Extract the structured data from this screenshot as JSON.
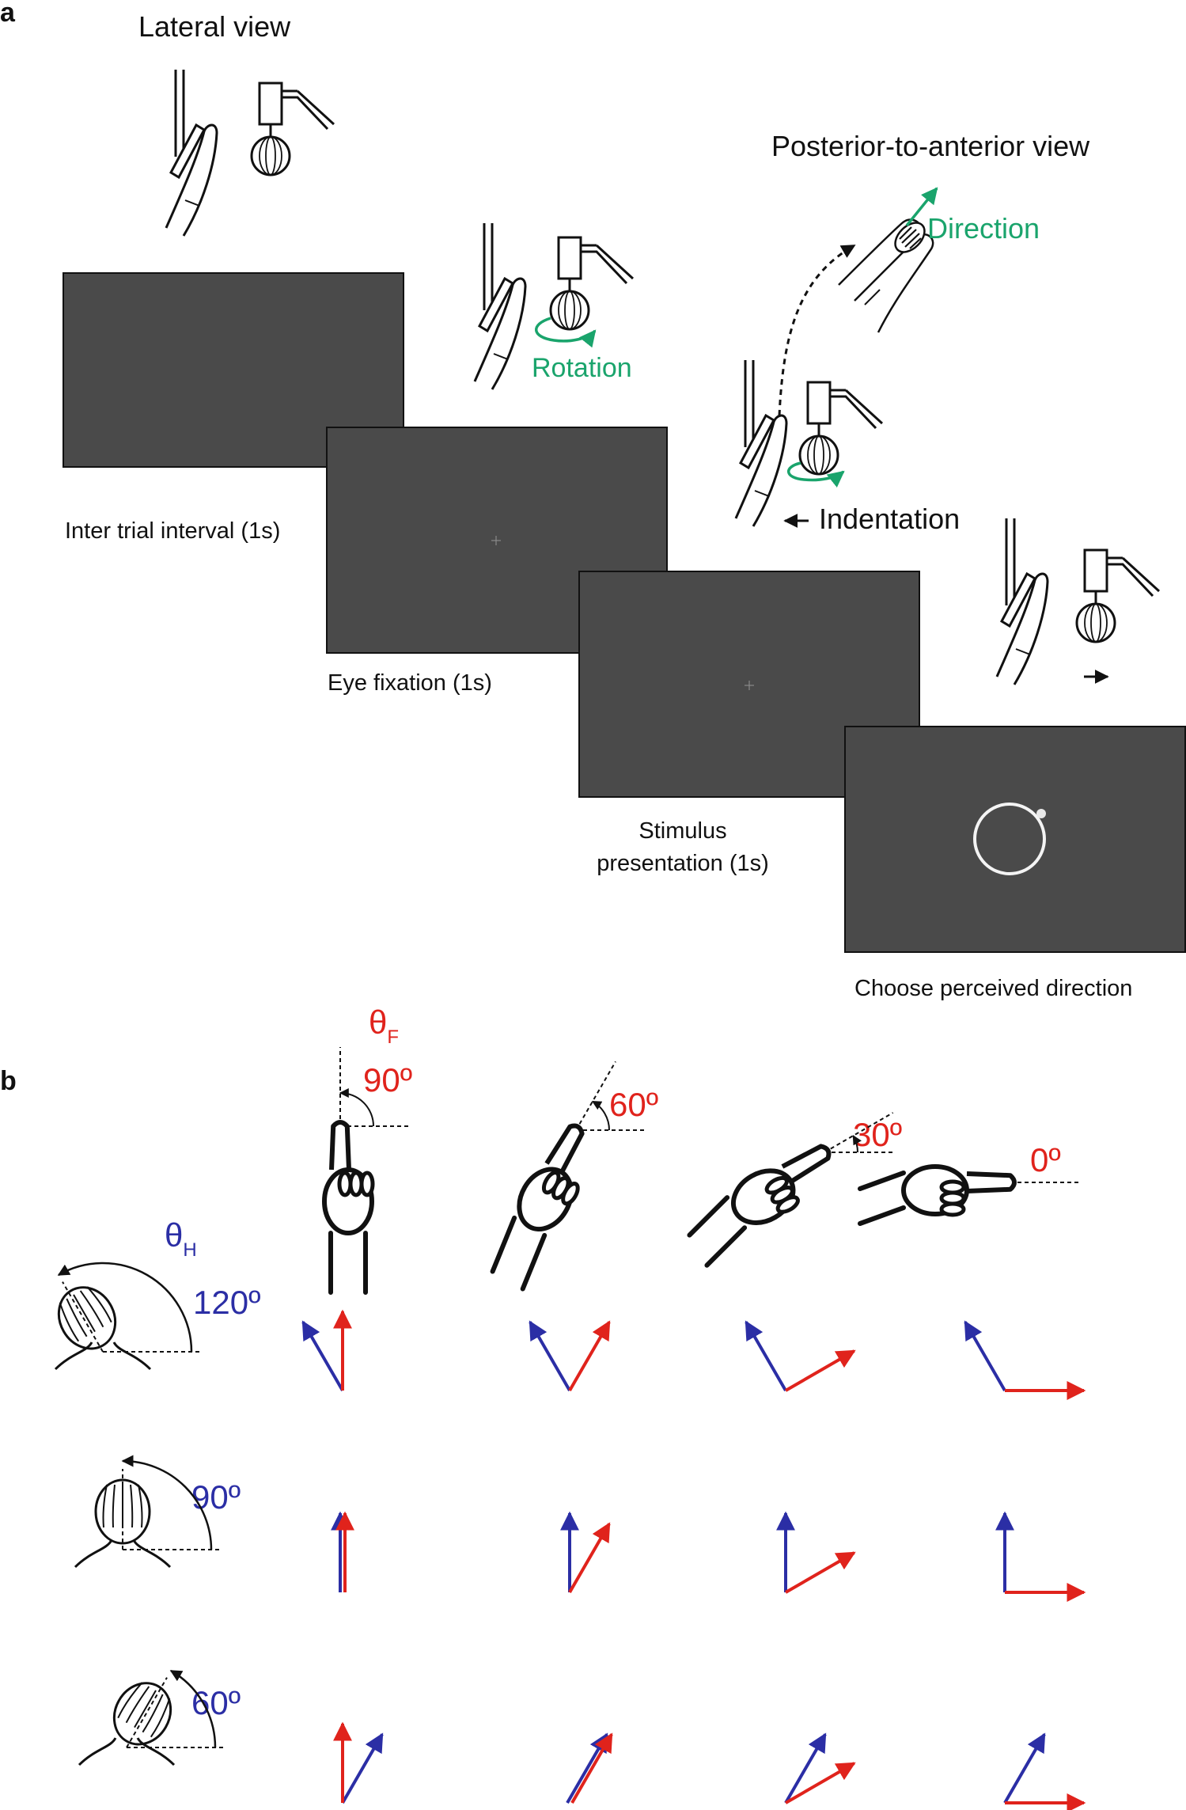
{
  "panel_a": {
    "panel_label": "a",
    "lateral_view_label": "Lateral view",
    "pa_view_label": "Posterior-to-anterior view",
    "direction_label": "Direction",
    "rotation_label": "Rotation",
    "indentation_label": "Indentation",
    "screens": [
      {
        "caption_lines": [
          "Inter trial interval (1s)"
        ],
        "content": "blank"
      },
      {
        "caption_lines": [
          "Eye fixation (1s)"
        ],
        "content": "fixation-cross"
      },
      {
        "caption_lines": [
          "Stimulus",
          "presentation (1s)"
        ],
        "content": "fixation-cross"
      },
      {
        "caption_lines": [
          "Choose perceived direction"
        ],
        "content": "response-ring"
      }
    ],
    "colors": {
      "screen": "#4a4a4a",
      "green": "#1aa46c",
      "ink": "#111111"
    }
  },
  "panel_b": {
    "panel_label": "b",
    "theta_f_symbol": "θ",
    "theta_f_sub": "F",
    "theta_h_symbol": "θ",
    "theta_h_sub": "H",
    "finger_angles": [
      "90º",
      "60º",
      "30º",
      "0º"
    ],
    "head_angles": [
      "120º",
      "90º",
      "60º"
    ],
    "finger_angle_values": [
      90,
      60,
      30,
      0
    ],
    "head_angle_values": [
      120,
      90,
      60
    ],
    "colors": {
      "finger": "#e0231c",
      "head": "#2b2ea5"
    }
  }
}
